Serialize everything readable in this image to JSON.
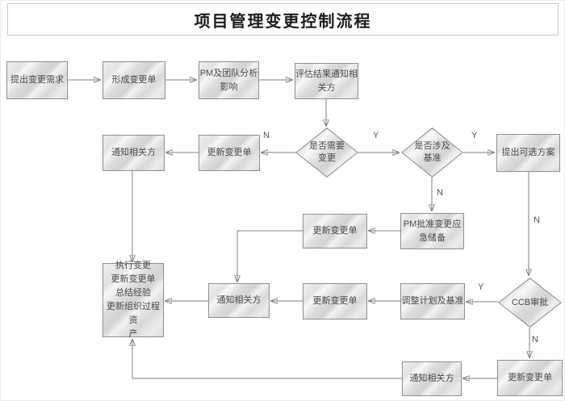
{
  "title": "项目管理变更控制流程",
  "colors": {
    "background": "#ffffff",
    "node_fill_light": "#f5f5f5",
    "node_fill_dark": "#d2d2d2",
    "node_border": "#8f8f8f",
    "node_text": "#4a4a4a",
    "connector": "#7f7f7f",
    "title_text": "#1c1c1c",
    "title_border": "#c9c9c9",
    "edge_label_text": "#555555"
  },
  "diagram": {
    "type": "flowchart",
    "nodes": {
      "propose_change": {
        "shape": "rect",
        "label": "提出变更需求"
      },
      "create_change_order": {
        "shape": "rect",
        "label": "形成变更单"
      },
      "pm_team_analyze": {
        "shape": "rect",
        "label": "PM及团队分析\n影响"
      },
      "notify_assessment": {
        "shape": "rect",
        "label": "评估结果通知相\n关方"
      },
      "need_change": {
        "shape": "diamond",
        "label": "是否需要\n变更"
      },
      "update_order_2": {
        "shape": "rect",
        "label": "更新变更单"
      },
      "notify_2": {
        "shape": "rect",
        "label": "通知相关方"
      },
      "involve_baseline": {
        "shape": "diamond",
        "label": "是否涉及\n基准"
      },
      "propose_options": {
        "shape": "rect",
        "label": "提出可选方案"
      },
      "pm_approve_reserve": {
        "shape": "rect",
        "label": "PM批准变更应\n急储备"
      },
      "update_order_3": {
        "shape": "rect",
        "label": "更新变更单"
      },
      "execute_change": {
        "shape": "rect",
        "label": "执行变更\n更新变更单\n总结经验\n更新组织过程资\n产"
      },
      "notify_4": {
        "shape": "rect",
        "label": "通知相关方"
      },
      "update_order_4": {
        "shape": "rect",
        "label": "更新变更单"
      },
      "adjust_plan": {
        "shape": "rect",
        "label": "调整计划及基准"
      },
      "ccb_review": {
        "shape": "diamond",
        "label": "CCB审批"
      },
      "update_order_5": {
        "shape": "rect",
        "label": "更新变更单"
      },
      "notify_5": {
        "shape": "rect",
        "label": "通知相关方"
      }
    },
    "edge_labels": {
      "no_need_change": "N",
      "yes_need_change": "Y",
      "yes_involve_baseline": "Y",
      "no_involve_baseline": "N",
      "options_to_ccb": "N",
      "yes_ccb": "Y",
      "no_ccb": "N"
    }
  }
}
